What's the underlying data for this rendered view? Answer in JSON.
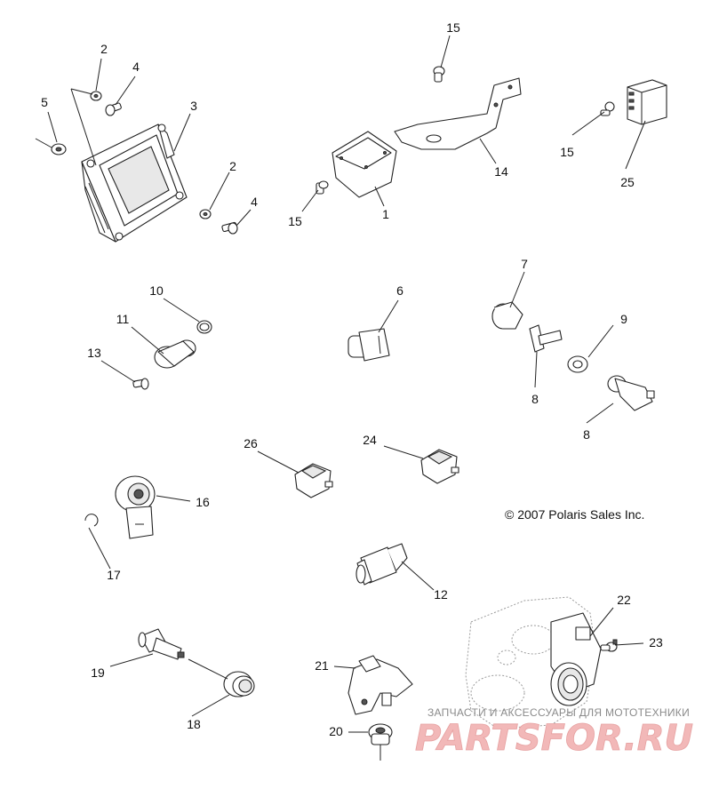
{
  "diagram": {
    "copyright": "© 2007 Polaris Sales Inc.",
    "callouts": [
      {
        "id": "c1",
        "text": "1"
      },
      {
        "id": "c2a",
        "text": "2"
      },
      {
        "id": "c2b",
        "text": "2"
      },
      {
        "id": "c3",
        "text": "3"
      },
      {
        "id": "c4a",
        "text": "4"
      },
      {
        "id": "c4b",
        "text": "4"
      },
      {
        "id": "c5",
        "text": "5"
      },
      {
        "id": "c6",
        "text": "6"
      },
      {
        "id": "c7",
        "text": "7"
      },
      {
        "id": "c8a",
        "text": "8"
      },
      {
        "id": "c8b",
        "text": "8"
      },
      {
        "id": "c9",
        "text": "9"
      },
      {
        "id": "c10",
        "text": "10"
      },
      {
        "id": "c11",
        "text": "11"
      },
      {
        "id": "c12",
        "text": "12"
      },
      {
        "id": "c13",
        "text": "13"
      },
      {
        "id": "c14",
        "text": "14"
      },
      {
        "id": "c15a",
        "text": "15"
      },
      {
        "id": "c15b",
        "text": "15"
      },
      {
        "id": "c15c",
        "text": "15"
      },
      {
        "id": "c16",
        "text": "16"
      },
      {
        "id": "c17",
        "text": "17"
      },
      {
        "id": "c18",
        "text": "18"
      },
      {
        "id": "c19",
        "text": "19"
      },
      {
        "id": "c20",
        "text": "20"
      },
      {
        "id": "c21",
        "text": "21"
      },
      {
        "id": "c22",
        "text": "22"
      },
      {
        "id": "c23",
        "text": "23"
      },
      {
        "id": "c24",
        "text": "24"
      },
      {
        "id": "c25",
        "text": "25"
      },
      {
        "id": "c26",
        "text": "26"
      }
    ]
  },
  "watermark": {
    "subtitle": "ЗАПЧАСТИ И АКСЕССУАРЫ ДЛЯ МОТОТЕХНИКИ",
    "brand": "PARTSFOR.RU",
    "color": "#f2b8b8"
  }
}
